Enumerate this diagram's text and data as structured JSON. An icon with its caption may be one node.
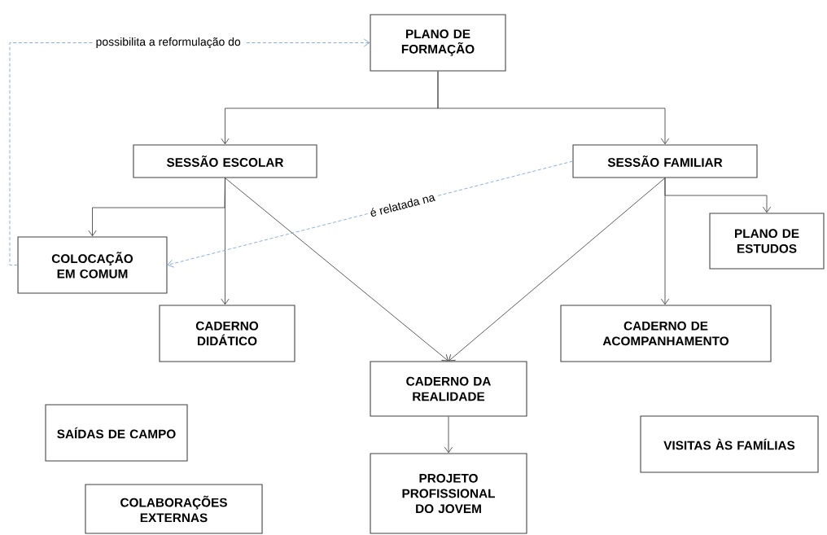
{
  "diagram": {
    "nodes": [
      {
        "text": [
          "PLANO DE FORMAÇÃO"
        ]
      },
      {
        "text": [
          "SESSÃO ESCOLAR"
        ]
      },
      {
        "text": [
          "SESSÃO FAMILIAR"
        ]
      },
      {
        "text": [
          "PLANO DE ESTUDOS"
        ]
      },
      {
        "text": [
          "COLOCAÇÃO EM COMUM"
        ]
      },
      {
        "text": [
          "CADERNO DIDÁTICO"
        ]
      },
      {
        "text": [
          "CADERNO DE ACOMPANHAMENTO"
        ]
      },
      {
        "text": [
          "CADERNO DA REALIDADE"
        ]
      },
      {
        "text": [
          "SAÍDAS DE CAMPO"
        ]
      },
      {
        "text": [
          "VISITAS ÀS FAMÍLIAS"
        ]
      },
      {
        "text": [
          "COLABORAÇÕES EXTERNAS"
        ]
      },
      {
        "text": [
          "PROJETO PROFISSIONAL DO JOVEM"
        ]
      }
    ],
    "edges": [
      {
        "from": 0,
        "to": 1,
        "arrow": "to"
      },
      {
        "from": 0,
        "to": 2,
        "arrow": "to"
      },
      {
        "from": 1,
        "to": 4,
        "arrow": "to"
      },
      {
        "from": 1,
        "to": 5,
        "arrow": "to"
      },
      {
        "from": 1,
        "to": 7,
        "arrow": "to"
      },
      {
        "from": 2,
        "to": 7,
        "arrow": "to"
      },
      {
        "from": 2,
        "to": 3,
        "arrow": "to"
      },
      {
        "from": 2,
        "to": 6,
        "arrow": "to"
      },
      {
        "from": 7,
        "to": 11,
        "arrow": "to"
      },
      {
        "from": 2,
        "to": 4,
        "arrow": "to",
        "label": "é relatada na",
        "style": "dashed",
        "color": "#6f9bd1"
      },
      {
        "from": 4,
        "to": 0,
        "arrow": "to",
        "label": "possibilita a reformulação do",
        "style": "dashed",
        "color": "#6f9bd1"
      }
    ]
  }
}
